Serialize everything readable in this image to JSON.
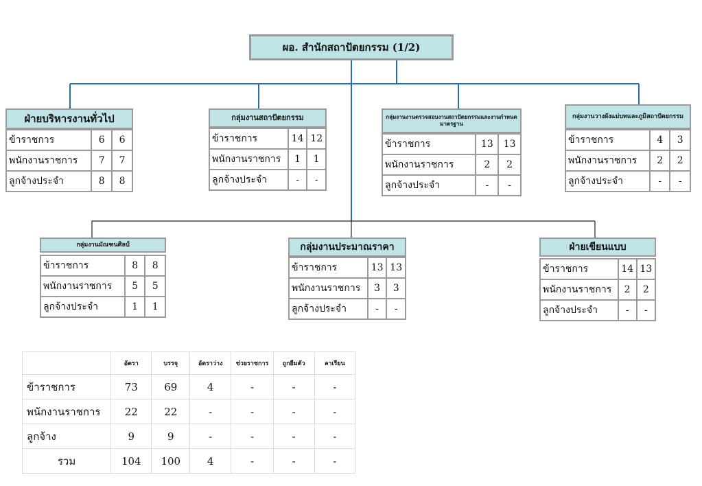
{
  "root": {
    "title": "ผอ. สำนักสถาปัตยกรรม (1/2)"
  },
  "units": [
    {
      "title": "ฝ่ายบริหารงานทั่วไป",
      "rows": [
        {
          "label": "ข้าราชการ",
          "a": "6",
          "b": "6"
        },
        {
          "label": "พนักงานราชการ",
          "a": "7",
          "b": "7"
        },
        {
          "label": "ลูกจ้างประจำ",
          "a": "8",
          "b": "8"
        }
      ]
    },
    {
      "title": "กลุ่มงานสถาปัตยกรรม",
      "rows": [
        {
          "label": "ข้าราชการ",
          "a": "14",
          "b": "12"
        },
        {
          "label": "พนักงานราชการ",
          "a": "1",
          "b": "1"
        },
        {
          "label": "ลูกจ้างประจำ",
          "a": "-",
          "b": "-"
        }
      ]
    },
    {
      "title": "กลุ่มงานงานตรวจสอบงานสถาปัตยกรรมและงานกำหนดมาตรฐาน",
      "rows": [
        {
          "label": "ข้าราชการ",
          "a": "13",
          "b": "13"
        },
        {
          "label": "พนักงานราชการ",
          "a": "2",
          "b": "2"
        },
        {
          "label": "ลูกจ้างประจำ",
          "a": "-",
          "b": "-"
        }
      ]
    },
    {
      "title": "กลุ่มงานวางผังแม่บทและภูมิสถาปัตยกรรม",
      "rows": [
        {
          "label": "ข้าราชการ",
          "a": "4",
          "b": "3"
        },
        {
          "label": "พนักงานราชการ",
          "a": "2",
          "b": "2"
        },
        {
          "label": "ลูกจ้างประจำ",
          "a": "-",
          "b": "-"
        }
      ]
    },
    {
      "title": "กลุ่มงานมัณฑนศิลป์",
      "rows": [
        {
          "label": "ข้าราชการ",
          "a": "8",
          "b": "8"
        },
        {
          "label": "พนักงานราชการ",
          "a": "5",
          "b": "5"
        },
        {
          "label": "ลูกจ้างประจำ",
          "a": "1",
          "b": "1"
        }
      ]
    },
    {
      "title": "กลุ่มงานประมาณราคา",
      "rows": [
        {
          "label": "ข้าราชการ",
          "a": "13",
          "b": "13"
        },
        {
          "label": "พนักงานราชการ",
          "a": "3",
          "b": "3"
        },
        {
          "label": "ลูกจ้างประจำ",
          "a": "-",
          "b": "-"
        }
      ]
    },
    {
      "title": "ฝ่ายเขียนแบบ",
      "rows": [
        {
          "label": "ข้าราชการ",
          "a": "14",
          "b": "13"
        },
        {
          "label": "พนักงานราชการ",
          "a": "2",
          "b": "2"
        },
        {
          "label": "ลูกจ้างประจำ",
          "a": "-",
          "b": "-"
        }
      ]
    }
  ],
  "summary": {
    "headers": [
      "",
      "อัตรา",
      "บรรจุ",
      "อัตราว่าง",
      "ช่วยราชการ",
      "ถูกยืมตัว",
      "ลาเรียน"
    ],
    "rows": [
      [
        "ข้าราชการ",
        "73",
        "69",
        "4",
        "-",
        "-",
        "-"
      ],
      [
        "พนักงานราชการ",
        "22",
        "22",
        "-",
        "-",
        "-",
        "-"
      ],
      [
        "ลูกจ้าง",
        "9",
        "9",
        "-",
        "-",
        "-",
        "-"
      ],
      [
        "รวม",
        "104",
        "100",
        "4",
        "-",
        "-",
        "-"
      ]
    ]
  },
  "colors": {
    "connector_blue": "#1f6fb3",
    "connector_black": "#222222",
    "title_fill": "#bfe3e6",
    "border": "#9a9a9a"
  }
}
